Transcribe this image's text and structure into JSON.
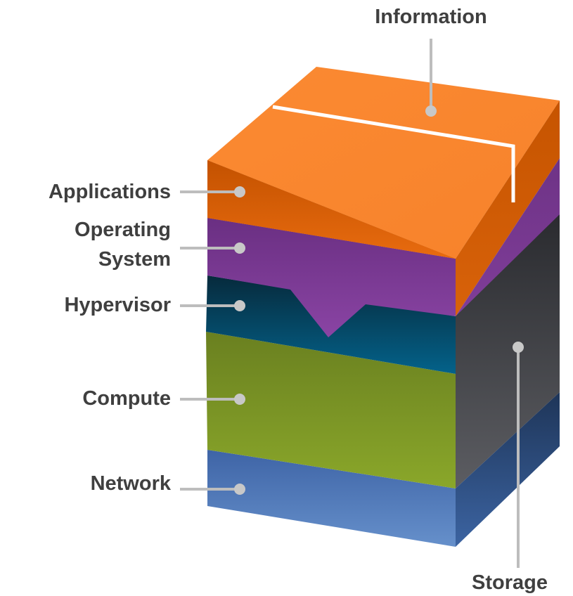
{
  "labels": {
    "information": "Information",
    "applications": "Applications",
    "operating_system_line1": "Operating",
    "operating_system_line2": "System",
    "hypervisor": "Hypervisor",
    "compute": "Compute",
    "network": "Network",
    "storage": "Storage"
  },
  "colors": {
    "applications": "#E8690F",
    "operating_system": "#7A3A92",
    "hypervisor": "#0E5A77",
    "compute": "#7C9A23",
    "network": "#4F7CBE",
    "storage": "#4A4B50",
    "leader_lines": "#BDBDBD",
    "label_text": "#3F3F3F"
  }
}
